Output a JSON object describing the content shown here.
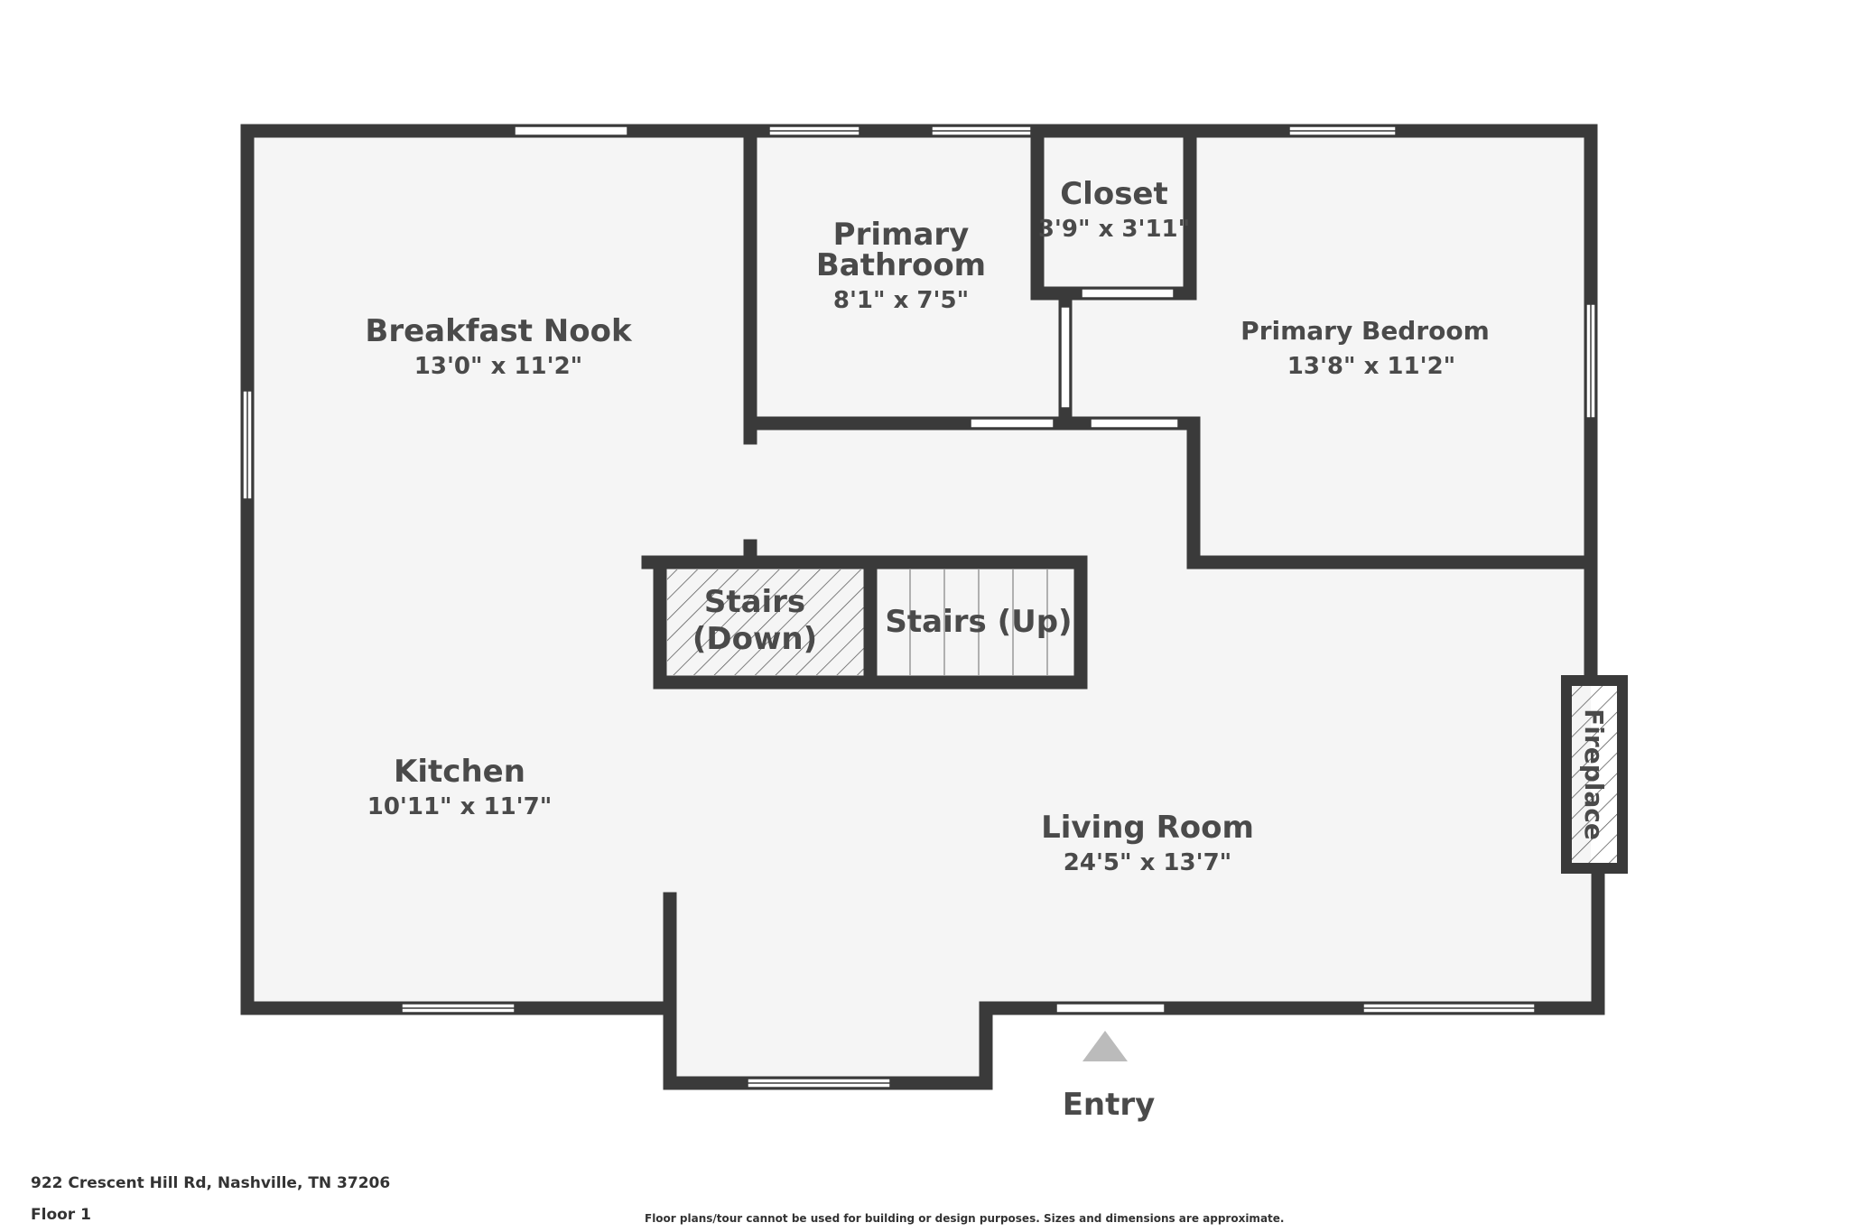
{
  "rooms": {
    "breakfast_nook": {
      "name": "Breakfast Nook",
      "dims": "13'0\" x 11'2\""
    },
    "primary_bathroom": {
      "name_line1": "Primary",
      "name_line2": "Bathroom",
      "dims": "8'1\" x 7'5\""
    },
    "closet": {
      "name": "Closet",
      "dims": "3'9\" x 3'11\""
    },
    "primary_bedroom": {
      "name": "Primary Bedroom",
      "dims": "13'8\" x 11'2\""
    },
    "stairs_down": {
      "line1": "Stairs",
      "line2": "(Down)"
    },
    "stairs_up": {
      "name": "Stairs (Up)"
    },
    "kitchen": {
      "name": "Kitchen",
      "dims": "10'11\" x 11'7\""
    },
    "living_room": {
      "name": "Living Room",
      "dims": "24'5\" x 13'7\""
    },
    "fireplace": {
      "name": "Fireplace"
    }
  },
  "entry": {
    "label": "Entry",
    "icon": "entry-arrow-icon"
  },
  "footer": {
    "address": "922 Crescent Hill Rd, Nashville, TN 37206",
    "floor": "Floor 1",
    "disclaimer": "Floor plans/tour cannot be used for building or design purposes. Sizes and dimensions are approximate."
  },
  "colors": {
    "wall": "#3a3a3a",
    "floor": "#f5f5f5",
    "window": "#ffffff",
    "label": "#4a4a4a",
    "entry_arrow": "#bbbbbb"
  }
}
